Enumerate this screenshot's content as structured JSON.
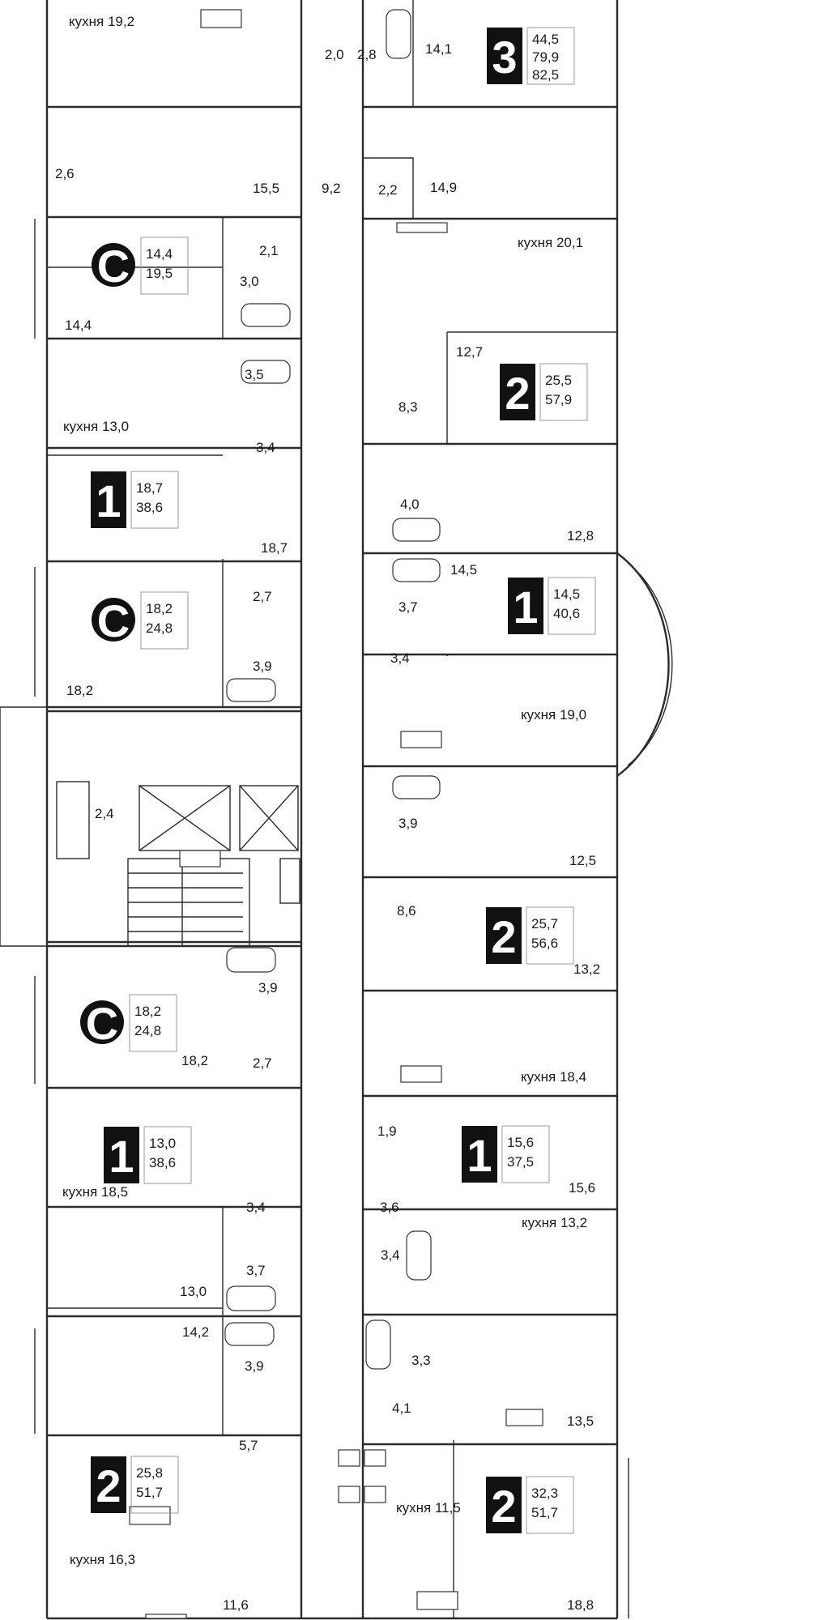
{
  "apartments": [
    {
      "id": "a1",
      "type": "3",
      "areas": [
        "44,5",
        "79,9",
        "82,5"
      ]
    },
    {
      "id": "a2",
      "type": "C",
      "areas": [
        "14,4",
        "19,5"
      ]
    },
    {
      "id": "a3",
      "type": "2",
      "areas": [
        "25,5",
        "57,9"
      ]
    },
    {
      "id": "a4",
      "type": "1",
      "areas": [
        "18,7",
        "38,6"
      ]
    },
    {
      "id": "a5",
      "type": "C",
      "areas": [
        "18,2",
        "24,8"
      ]
    },
    {
      "id": "a6",
      "type": "1",
      "areas": [
        "14,5",
        "40,6"
      ]
    },
    {
      "id": "a7",
      "type": "2",
      "areas": [
        "25,7",
        "56,6"
      ]
    },
    {
      "id": "a8",
      "type": "C",
      "areas": [
        "18,2",
        "24,8"
      ]
    },
    {
      "id": "a9",
      "type": "1",
      "areas": [
        "13,0",
        "38,6"
      ]
    },
    {
      "id": "a10",
      "type": "1",
      "areas": [
        "15,6",
        "37,5"
      ]
    },
    {
      "id": "a11",
      "type": "2",
      "areas": [
        "25,8",
        "51,7"
      ]
    },
    {
      "id": "a12",
      "type": "2",
      "areas": [
        "32,3",
        "51,7"
      ]
    }
  ],
  "rooms": [
    {
      "text": "кухня 19,2"
    },
    {
      "text": "2,0"
    },
    {
      "text": "2,8"
    },
    {
      "text": "14,1"
    },
    {
      "text": "2,6"
    },
    {
      "text": "15,5"
    },
    {
      "text": "9,2"
    },
    {
      "text": "2,2"
    },
    {
      "text": "14,9"
    },
    {
      "text": "2,1"
    },
    {
      "text": "кухня 20,1"
    },
    {
      "text": "3,0"
    },
    {
      "text": "14,4"
    },
    {
      "text": "12,7"
    },
    {
      "text": "3,5"
    },
    {
      "text": "8,3"
    },
    {
      "text": "кухня 13,0"
    },
    {
      "text": "3,4"
    },
    {
      "text": "4,0"
    },
    {
      "text": "18,7"
    },
    {
      "text": "12,8"
    },
    {
      "text": "14,5"
    },
    {
      "text": "2,7"
    },
    {
      "text": "3,7"
    },
    {
      "text": "3,4"
    },
    {
      "text": "3,9"
    },
    {
      "text": "18,2"
    },
    {
      "text": "кухня 19,0"
    },
    {
      "text": "2,4"
    },
    {
      "text": "3,9"
    },
    {
      "text": "12,5"
    },
    {
      "text": "8,6"
    },
    {
      "text": "13,2"
    },
    {
      "text": "3,9"
    },
    {
      "text": "18,2"
    },
    {
      "text": "2,7"
    },
    {
      "text": "кухня 18,4"
    },
    {
      "text": "1,9"
    },
    {
      "text": "кухня 18,5"
    },
    {
      "text": "15,6"
    },
    {
      "text": "3,4"
    },
    {
      "text": "3,6"
    },
    {
      "text": "кухня 13,2"
    },
    {
      "text": "3,4"
    },
    {
      "text": "3,7"
    },
    {
      "text": "13,0"
    },
    {
      "text": "14,2"
    },
    {
      "text": "3,3"
    },
    {
      "text": "3,9"
    },
    {
      "text": "4,1"
    },
    {
      "text": "13,5"
    },
    {
      "text": "5,7"
    },
    {
      "text": "кухня 11,5"
    },
    {
      "text": "кухня 16,3"
    },
    {
      "text": "11,6"
    },
    {
      "text": "18,8"
    }
  ]
}
